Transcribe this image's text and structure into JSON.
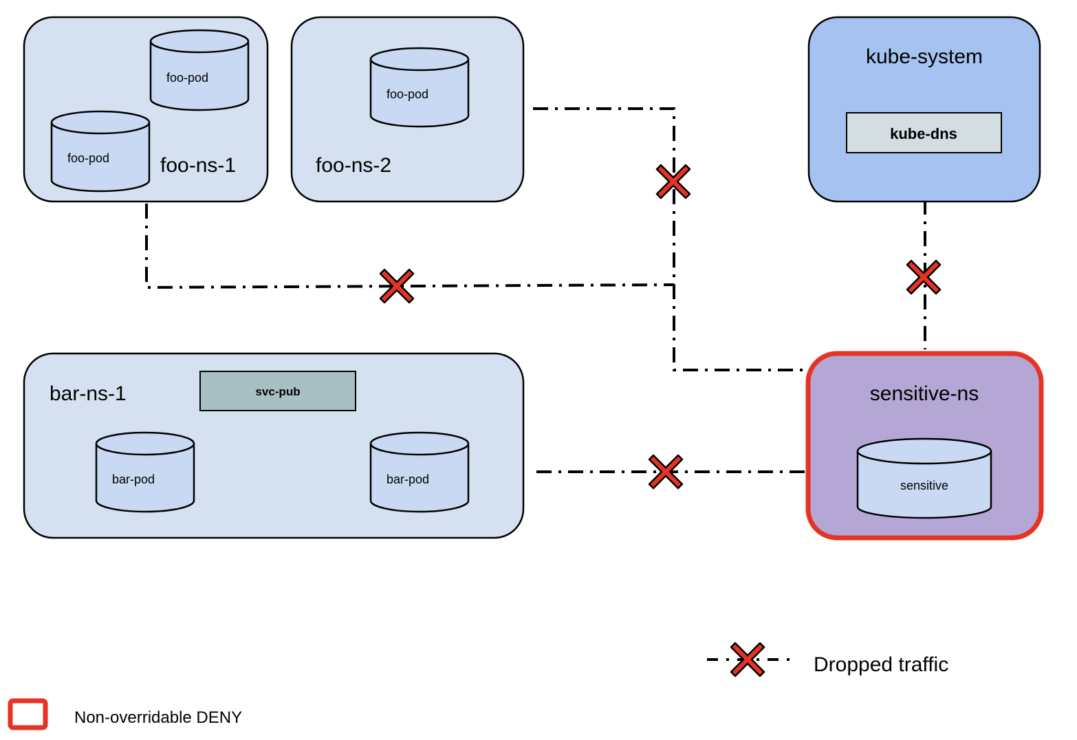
{
  "namespaces": {
    "foo_ns_1": {
      "label": "foo-ns-1",
      "pods": [
        "foo-pod",
        "foo-pod"
      ]
    },
    "foo_ns_2": {
      "label": "foo-ns-2",
      "pods": [
        "foo-pod"
      ]
    },
    "kube_system": {
      "label": "kube-system",
      "service": "kube-dns"
    },
    "bar_ns_1": {
      "label": "bar-ns-1",
      "service": "svc-pub",
      "pods": [
        "bar-pod",
        "bar-pod"
      ]
    },
    "sensitive_ns": {
      "label": "sensitive-ns",
      "pods": [
        "sensitive"
      ]
    }
  },
  "legend": {
    "dropped_traffic": "Dropped traffic",
    "non_overridable_deny": "Non-overridable DENY"
  },
  "colors": {
    "namespace_fill": "#d5e1f0",
    "pod_fill": "#c9d9f3",
    "kube_system_fill": "#a6c2f0",
    "sensitive_fill": "#b4a7d6",
    "deny_border": "#e73323",
    "drop_x": "#e73323",
    "kube_dns_fill": "#d3dde2",
    "svc_pub_fill": "#a8c0c4"
  },
  "icons": {
    "dropped": "red-x-icon"
  }
}
